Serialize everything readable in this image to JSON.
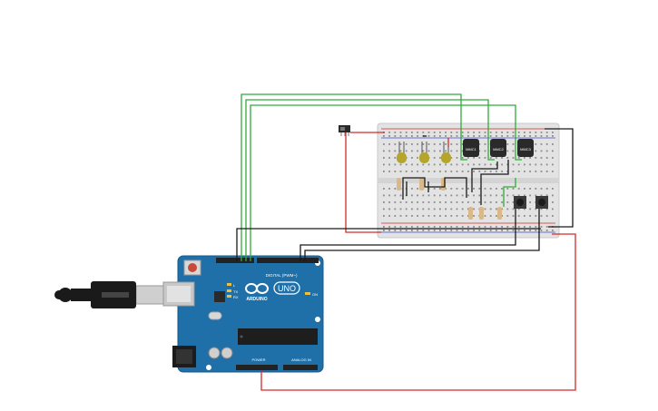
{
  "board": {
    "brand": "ARDUINO",
    "model": "UNO",
    "digital_header_label": "DIGITAL (PWM~)",
    "power_label": "POWER",
    "analog_label": "ANALOG IN",
    "tx_label": "TX",
    "rx_label": "RX",
    "l_label": "L",
    "on_label": "ON"
  },
  "sensors": [
    "MMC1",
    "MMC2",
    "MMC3"
  ],
  "colors": {
    "board": "#1f6fa8",
    "breadboard": "#e6e6e6",
    "wire_green": "#2faa3a",
    "wire_red": "#d42a2a",
    "wire_black": "#1a1a1a",
    "led": "#b5a52a"
  }
}
